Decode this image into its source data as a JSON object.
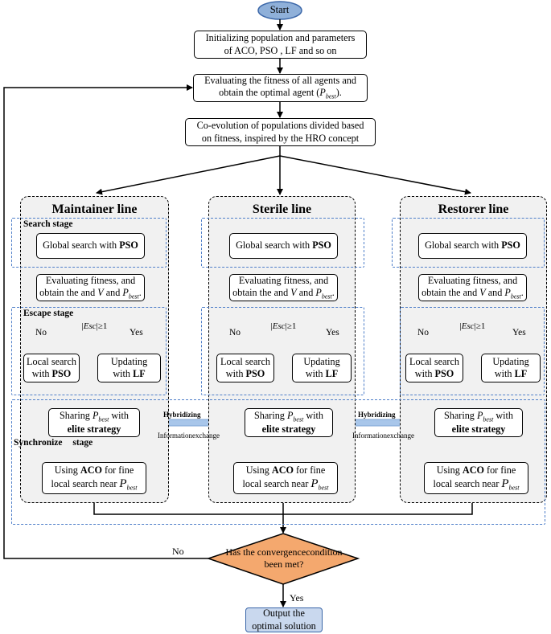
{
  "flow": {
    "start": "Start",
    "init_line1": "Initializing population and parameters",
    "init_line2": "of ACO, PSO , LF and so on",
    "eval_line1": "Evaluating the fitness of all agents and",
    "eval_line2a": "obtain the optimal agent (",
    "eval_p": "P",
    "eval_sub": "best",
    "eval_line2b": ").",
    "coevo_line1": "Co-evolution of populations divided based",
    "coevo_line2": "on fitness, inspired by the HRO concept",
    "decision_line1": "Has the convergence",
    "decision_line2": "condition been met?",
    "no_label": "No",
    "yes_label": "Yes",
    "output_line1": "Output the",
    "output_line2": "optimal solution"
  },
  "lines": [
    {
      "title": "Maintainer line"
    },
    {
      "title": "Sterile line"
    },
    {
      "title": "Restorer line"
    }
  ],
  "lane": {
    "global_prefix": "Global search with ",
    "global_bold": "PSO",
    "evalfit_line1": "Evaluating fitness, and",
    "evalfit_line2a": "obtain the and ",
    "evalfit_v": "V",
    "evalfit_and": " and ",
    "evalfit_p": "P",
    "evalfit_sub": "best",
    "evalfit_end": ".",
    "esc_open": "|",
    "esc_var": "Esc",
    "esc_close": "|≥1",
    "no": "No",
    "yes": "Yes",
    "local_line1": "Local search",
    "local_prefix": "with ",
    "local_bold": "PSO",
    "update_line1": "Updating",
    "update_prefix": "with ",
    "update_bold": "LF",
    "share_prefix": "Sharing ",
    "share_p": "P",
    "share_sub": "best",
    "share_with": "  with",
    "share_bold": "elite strategy",
    "aco_prefix": "Using ",
    "aco_bold": "ACO",
    "aco_suffix": " for fine",
    "aco_line2": "local search near ",
    "aco_p": "P",
    "aco_sub": "best"
  },
  "stages": {
    "search": "Search stage",
    "escape": "Escape stage",
    "sync_line1": "Synchronize",
    "sync_line2": "stage"
  },
  "exchange": {
    "hybrid": "Hybridizing",
    "info_line1": "Information",
    "info_line2": "exchange"
  },
  "colors": {
    "start_fill": "#8fb0d9",
    "start_stroke": "#3a66a8",
    "decision_fill": "#f4a86e",
    "output_fill": "#c9d8ee",
    "stage_border": "#4f7fc9",
    "arrow_fill": "#a8c6ea",
    "group_fill": "#f1f1f1"
  }
}
